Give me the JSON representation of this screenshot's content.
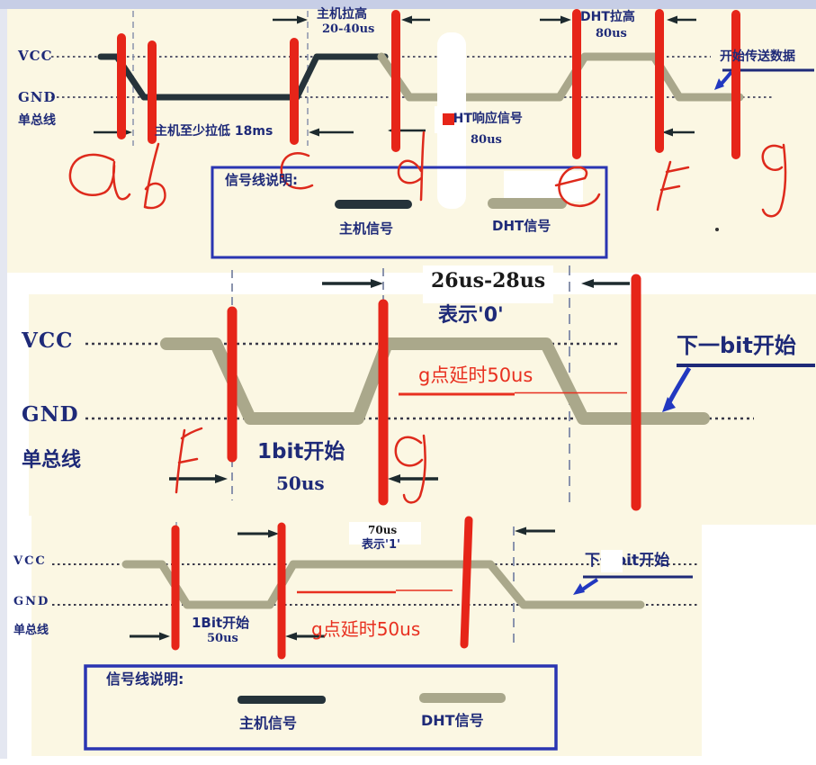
{
  "colors": {
    "background": "#fbf7e3",
    "host_signal": "#25333a",
    "dht_signal": "#a9a78b",
    "annotation_red": "#e62519",
    "label_navy": "#1e2a78",
    "legend_border": "#2a35b2",
    "arrow_blue": "#2238c0",
    "top_bar": "#c7cee6"
  },
  "top_diagram": {
    "axis_labels": {
      "vcc": "VCC",
      "gnd": "GND",
      "bus": "单总线"
    },
    "host_pull_high": {
      "line1": "主机拉高",
      "line2": "20-40us"
    },
    "host_pull_low": "主机至少拉低 18ms",
    "dht_pull_high": {
      "line1": "DHT拉高",
      "line2": "80us"
    },
    "dht_response": {
      "line1": "DHT响应信号",
      "line2": "80us"
    },
    "start_transmit": "开始传送数据",
    "hand_marks": [
      "a",
      "b",
      "c",
      "d",
      "e",
      "F",
      "g"
    ],
    "legend": {
      "title": "信号线说明:",
      "host": "主机信号",
      "dht": "DHT信号"
    }
  },
  "middle_diagram": {
    "axis_labels": {
      "vcc": "VCC",
      "gnd": "GND",
      "bus": "单总线"
    },
    "duration_label": "26us-28us",
    "meaning_label": "表示'0'",
    "g_delay": "g点延时50us",
    "bit_start": {
      "line1": "1bit开始",
      "line2": "50us"
    },
    "next_bit": "下一bit开始",
    "hand_marks": [
      "F",
      "g"
    ]
  },
  "bottom_diagram": {
    "axis_labels": {
      "vcc": "VCC",
      "gnd": "GND",
      "bus": "单总线"
    },
    "duration_label": "70us",
    "meaning_label": "表示'1'",
    "bit_start": {
      "line1": "1Bit开始",
      "line2": "50us"
    },
    "g_delay": "g点延时50us",
    "next_bit": "下一bit开始",
    "legend": {
      "title": "信号线说明:",
      "host": "主机信号",
      "dht": "DHT信号"
    }
  }
}
